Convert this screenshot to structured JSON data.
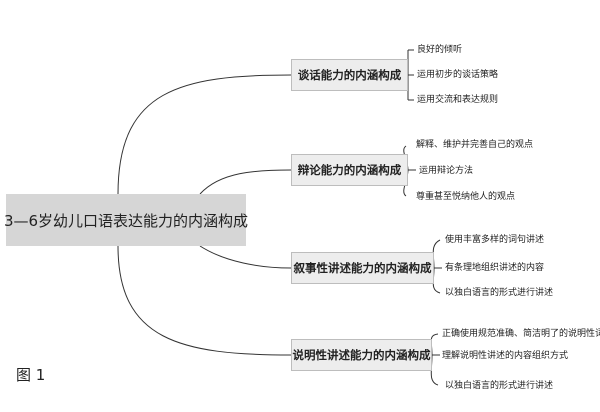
{
  "root": {
    "label": "3—6岁幼儿口语表达能力的内涵构成"
  },
  "branches": [
    {
      "label": "谈话能力的内涵构成",
      "leaves": [
        "良好的倾听",
        "运用初步的谈话策略",
        "运用交流和表达规则"
      ]
    },
    {
      "label": "辩论能力的内涵构成",
      "leaves": [
        "解释、维护并完善自己的观点",
        "运用辩论方法",
        "尊重甚至悦纳他人的观点"
      ]
    },
    {
      "label": "叙事性讲述能力的内涵构成",
      "leaves": [
        "使用丰富多样的词句讲述",
        "有条理地组织讲述的内容",
        "以独白语言的形式进行讲述"
      ]
    },
    {
      "label": "说明性讲述能力的内涵构成",
      "leaves": [
        "正确使用规范准确、简洁明了的说明性词句",
        "理解说明性讲述的内容组织方式",
        "以独白语言的形式进行讲述"
      ]
    }
  ],
  "figure_label": "图 1"
}
